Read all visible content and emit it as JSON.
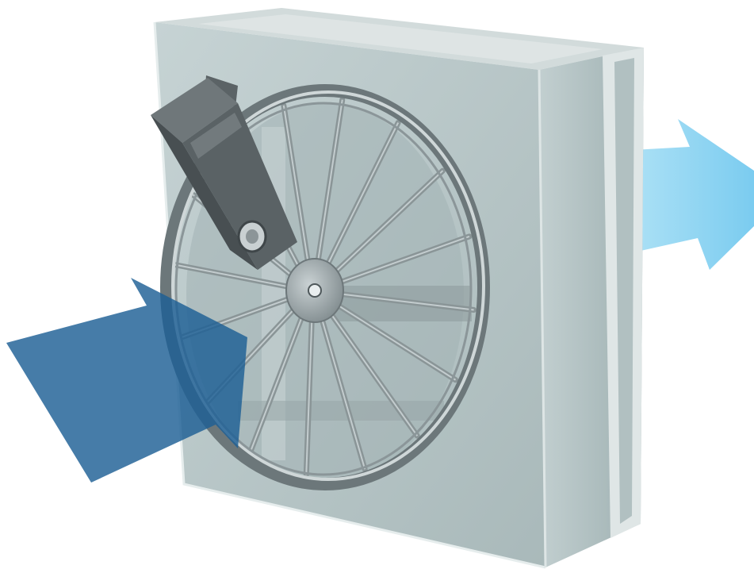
{
  "figure": {
    "kind": "rotary-damper-illustration",
    "elements": [
      "housing",
      "wheel",
      "spokes",
      "actuator-arm",
      "inlet-airflow-arrow",
      "outlet-airflow-arrow"
    ],
    "spoke_count": 16
  },
  "colors": {
    "background": "#ffffff",
    "housing_front": "#b7c6c7",
    "housing_top": "#d3dcdc",
    "housing_side": "#a5b6b7",
    "housing_edge": "#e9eeee",
    "wheel_rim": "#6e787b",
    "wheel_rim_light": "#c6cfd1",
    "spoke": "#8a9597",
    "hub": "#9aa5a8",
    "actuator": "#4e5558",
    "actuator_light": "#6f7679",
    "inlet_arrow": "#1d5f95",
    "outlet_arrow": "#7ecff0"
  }
}
